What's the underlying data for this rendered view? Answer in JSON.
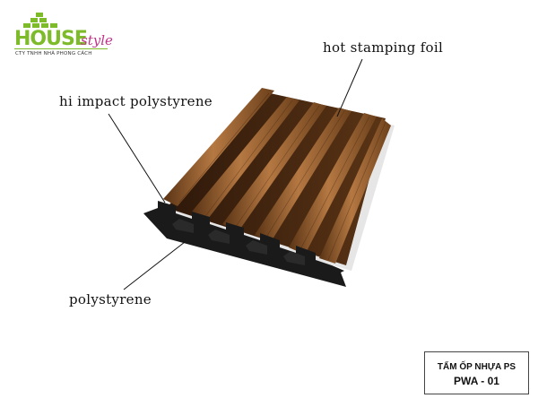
{
  "logo": {
    "word": "HOUSE",
    "style_word": "style",
    "subtitle": "CTY TNHH NHÀ PHONG CÁCH",
    "colors": {
      "green": "#7dbb2a",
      "magenta": "#c0338a"
    }
  },
  "labels": {
    "hot_stamping_foil": "hot stamping foil",
    "hi_impact_polystyrene": "hi impact polystyrene",
    "polystyrene": "polystyrene"
  },
  "product": {
    "name": "TẤM ỐP NHỰA PS",
    "code": "PWA - 01"
  },
  "colors": {
    "wood_dark": "#4a2a12",
    "wood_light": "#a8683a",
    "core": "#1a1a1a"
  }
}
